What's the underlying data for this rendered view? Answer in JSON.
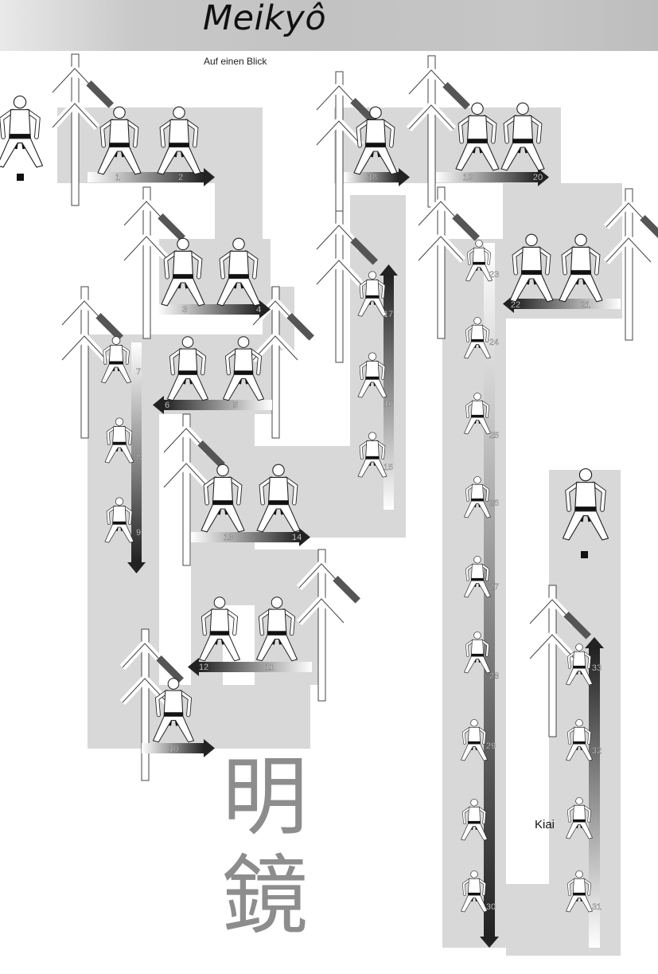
{
  "header": {
    "title": "Meikyô",
    "subtitle": "Auf einen Blick"
  },
  "kiai_label": "Kiai",
  "calligraphy": {
    "char1": "明",
    "char2": "鏡"
  },
  "colors": {
    "path": "#d8d8d8",
    "arrow_dark": "#222222",
    "arrow_light": "#ffffff",
    "figure_fill": "#ffffff",
    "figure_stroke": "#222222",
    "belt": "#111111"
  },
  "moves": [
    {
      "n": "1",
      "dir": "right"
    },
    {
      "n": "2",
      "dir": "right"
    },
    {
      "n": "3",
      "dir": "right"
    },
    {
      "n": "4",
      "dir": "right"
    },
    {
      "n": "5",
      "dir": "left"
    },
    {
      "n": "6",
      "dir": "left"
    },
    {
      "n": "7",
      "dir": "down"
    },
    {
      "n": "8",
      "dir": "down"
    },
    {
      "n": "9",
      "dir": "down"
    },
    {
      "n": "10",
      "dir": "right"
    },
    {
      "n": "11",
      "dir": "left"
    },
    {
      "n": "12",
      "dir": "left"
    },
    {
      "n": "13",
      "dir": "right"
    },
    {
      "n": "14",
      "dir": "right"
    },
    {
      "n": "15",
      "dir": "up"
    },
    {
      "n": "16",
      "dir": "up"
    },
    {
      "n": "17",
      "dir": "up"
    },
    {
      "n": "18",
      "dir": "right"
    },
    {
      "n": "19",
      "dir": "right"
    },
    {
      "n": "20",
      "dir": "right"
    },
    {
      "n": "21",
      "dir": "left"
    },
    {
      "n": "22",
      "dir": "left"
    },
    {
      "n": "23",
      "dir": "down"
    },
    {
      "n": "24",
      "dir": "down"
    },
    {
      "n": "25",
      "dir": "down"
    },
    {
      "n": "26",
      "dir": "down"
    },
    {
      "n": "27",
      "dir": "down"
    },
    {
      "n": "28",
      "dir": "down"
    },
    {
      "n": "29",
      "dir": "down"
    },
    {
      "n": "30",
      "dir": "down"
    },
    {
      "n": "31",
      "dir": "up"
    },
    {
      "n": "32",
      "dir": "up"
    },
    {
      "n": "33",
      "dir": "up"
    }
  ]
}
